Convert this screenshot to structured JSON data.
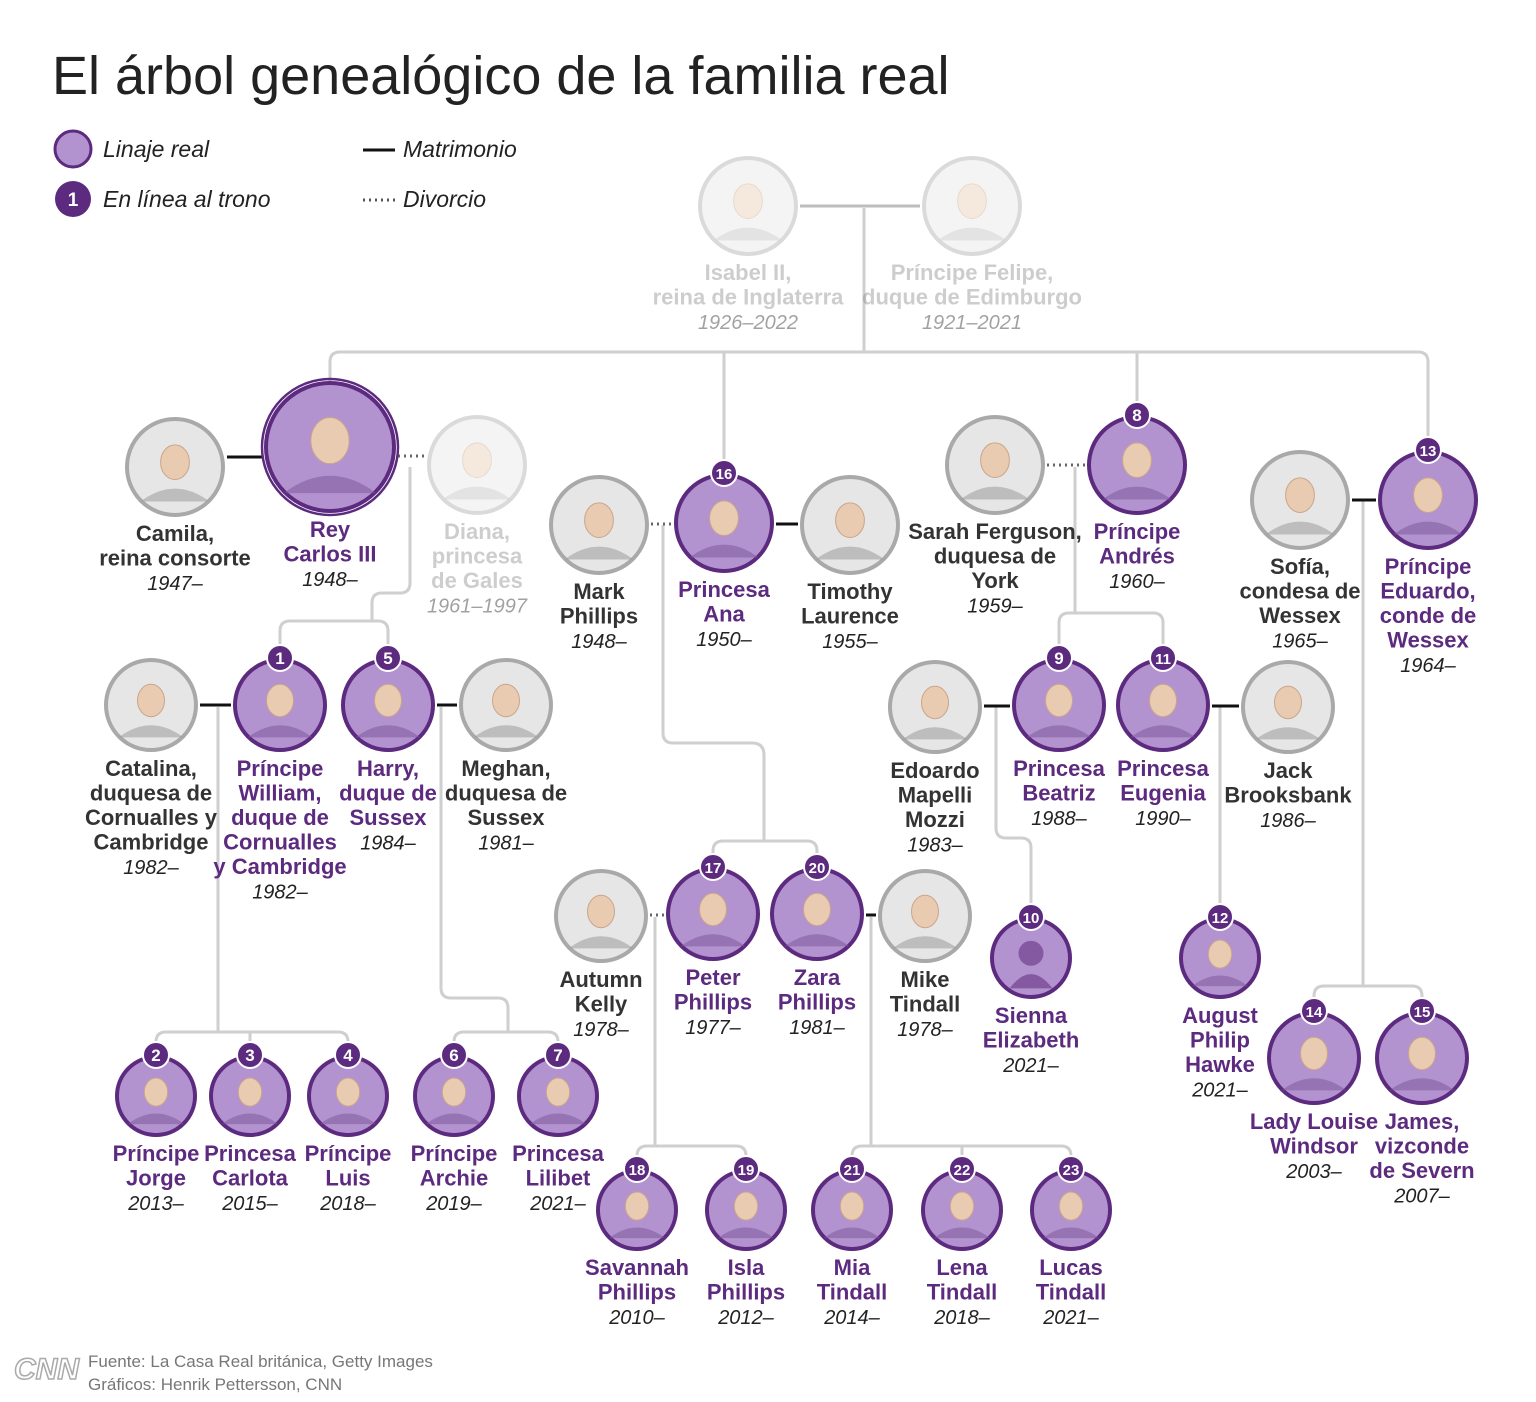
{
  "title": "El árbol genealógico de la familia real",
  "legend": {
    "lineage": "Linaje real",
    "succession_sample": "1",
    "succession": "En línea al trono",
    "marriage": "Matrimonio",
    "divorce": "Divorcio"
  },
  "colors": {
    "royal_purple": "#5c2a7e",
    "royal_fill": "#b393cf",
    "non_royal_ring": "#a9a9a9",
    "line": "#cfcfcf",
    "marriage_line": "#111111",
    "faded_text": "#c4c4c4"
  },
  "people": [
    {
      "id": "isabel",
      "lines": [
        "Isabel II,",
        "reina de Inglaterra"
      ],
      "years": "1926–2022",
      "royal": false,
      "faded": true,
      "rank": null,
      "icon": "portrait-icon"
    },
    {
      "id": "felipe",
      "lines": [
        "Príncipe Felipe,",
        "duque de Edimburgo"
      ],
      "years": "1921–2021",
      "royal": false,
      "faded": true,
      "rank": null,
      "icon": "portrait-icon"
    },
    {
      "id": "camila",
      "lines": [
        "Camila,",
        "reina consorte"
      ],
      "years": "1947–",
      "royal": false,
      "faded": false,
      "rank": null,
      "icon": "portrait-icon"
    },
    {
      "id": "carlos",
      "lines": [
        "Rey",
        "Carlos III"
      ],
      "years": "1948–",
      "royal": true,
      "faded": false,
      "rank": null,
      "icon": "portrait-icon"
    },
    {
      "id": "diana",
      "lines": [
        "Diana,",
        "princesa",
        "de Gales"
      ],
      "years": "1961–1997",
      "royal": false,
      "faded": true,
      "rank": null,
      "icon": "portrait-icon"
    },
    {
      "id": "mark",
      "lines": [
        "Mark",
        "Phillips"
      ],
      "years": "1948–",
      "royal": false,
      "faded": false,
      "rank": null,
      "icon": "portrait-icon"
    },
    {
      "id": "ana",
      "lines": [
        "Princesa",
        "Ana"
      ],
      "years": "1950–",
      "royal": true,
      "faded": false,
      "rank": "16",
      "icon": "portrait-icon"
    },
    {
      "id": "timothy",
      "lines": [
        "Timothy",
        "Laurence"
      ],
      "years": "1955–",
      "royal": false,
      "faded": false,
      "rank": null,
      "icon": "portrait-icon"
    },
    {
      "id": "sarah",
      "lines": [
        "Sarah Ferguson,",
        "duquesa de",
        "York"
      ],
      "years": "1959–",
      "royal": false,
      "faded": false,
      "rank": null,
      "icon": "portrait-icon"
    },
    {
      "id": "andres",
      "lines": [
        "Príncipe",
        "Andrés"
      ],
      "years": "1960–",
      "royal": true,
      "faded": false,
      "rank": "8",
      "icon": "portrait-icon"
    },
    {
      "id": "sofia",
      "lines": [
        "Sofía,",
        "condesa de",
        "Wessex"
      ],
      "years": "1965–",
      "royal": false,
      "faded": false,
      "rank": null,
      "icon": "portrait-icon"
    },
    {
      "id": "eduardo",
      "lines": [
        "Príncipe",
        "Eduardo,",
        "conde de",
        "Wessex"
      ],
      "years": "1964–",
      "royal": true,
      "faded": false,
      "rank": "13",
      "icon": "portrait-icon"
    },
    {
      "id": "catalina",
      "lines": [
        "Catalina,",
        "duquesa de",
        "Cornualles y",
        "Cambridge"
      ],
      "years": "1982–",
      "royal": false,
      "faded": false,
      "rank": null,
      "icon": "portrait-icon"
    },
    {
      "id": "william",
      "lines": [
        "Príncipe",
        "William,",
        "duque de",
        "Cornualles",
        "y Cambridge"
      ],
      "years": "1982–",
      "royal": true,
      "faded": false,
      "rank": "1",
      "icon": "portrait-icon"
    },
    {
      "id": "harry",
      "lines": [
        "Harry,",
        "duque de",
        "Sussex"
      ],
      "years": "1984–",
      "royal": true,
      "faded": false,
      "rank": "5",
      "icon": "portrait-icon"
    },
    {
      "id": "meghan",
      "lines": [
        "Meghan,",
        "duquesa de",
        "Sussex"
      ],
      "years": "1981–",
      "royal": false,
      "faded": false,
      "rank": null,
      "icon": "portrait-icon"
    },
    {
      "id": "edoardo",
      "lines": [
        "Edoardo",
        "Mapelli",
        "Mozzi"
      ],
      "years": "1983–",
      "royal": false,
      "faded": false,
      "rank": null,
      "icon": "portrait-icon"
    },
    {
      "id": "beatriz",
      "lines": [
        "Princesa",
        "Beatriz"
      ],
      "years": "1988–",
      "royal": true,
      "faded": false,
      "rank": "9",
      "icon": "portrait-icon"
    },
    {
      "id": "eugenia",
      "lines": [
        "Princesa",
        "Eugenia"
      ],
      "years": "1990–",
      "royal": true,
      "faded": false,
      "rank": "11",
      "icon": "portrait-icon"
    },
    {
      "id": "jack",
      "lines": [
        "Jack",
        "Brooksbank"
      ],
      "years": "1986–",
      "royal": false,
      "faded": false,
      "rank": null,
      "icon": "portrait-icon"
    },
    {
      "id": "autumn",
      "lines": [
        "Autumn",
        "Kelly"
      ],
      "years": "1978–",
      "royal": false,
      "faded": false,
      "rank": null,
      "icon": "portrait-icon"
    },
    {
      "id": "peter",
      "lines": [
        "Peter",
        "Phillips"
      ],
      "years": "1977–",
      "royal": true,
      "faded": false,
      "rank": "17",
      "icon": "portrait-icon"
    },
    {
      "id": "zara",
      "lines": [
        "Zara",
        "Phillips"
      ],
      "years": "1981–",
      "royal": true,
      "faded": false,
      "rank": "20",
      "icon": "portrait-icon"
    },
    {
      "id": "mike",
      "lines": [
        "Mike",
        "Tindall"
      ],
      "years": "1978–",
      "royal": false,
      "faded": false,
      "rank": null,
      "icon": "portrait-icon"
    },
    {
      "id": "sienna",
      "lines": [
        "Sienna",
        "Elizabeth"
      ],
      "years": "2021–",
      "royal": true,
      "faded": false,
      "rank": "10",
      "icon": "silhouette-icon"
    },
    {
      "id": "august",
      "lines": [
        "August",
        "Philip",
        "Hawke"
      ],
      "years": "2021–",
      "royal": true,
      "faded": false,
      "rank": "12",
      "icon": "portrait-icon"
    },
    {
      "id": "jorge",
      "lines": [
        "Príncipe",
        "Jorge"
      ],
      "years": "2013–",
      "royal": true,
      "faded": false,
      "rank": "2",
      "icon": "portrait-icon"
    },
    {
      "id": "carlota",
      "lines": [
        "Princesa",
        "Carlota"
      ],
      "years": "2015–",
      "royal": true,
      "faded": false,
      "rank": "3",
      "icon": "portrait-icon"
    },
    {
      "id": "luis",
      "lines": [
        "Príncipe",
        "Luis"
      ],
      "years": "2018–",
      "royal": true,
      "faded": false,
      "rank": "4",
      "icon": "portrait-icon"
    },
    {
      "id": "archie",
      "lines": [
        "Príncipe",
        "Archie"
      ],
      "years": "2019–",
      "royal": true,
      "faded": false,
      "rank": "6",
      "icon": "portrait-icon"
    },
    {
      "id": "lilibet",
      "lines": [
        "Princesa",
        "Lilibet"
      ],
      "years": "2021–",
      "royal": true,
      "faded": false,
      "rank": "7",
      "icon": "portrait-icon"
    },
    {
      "id": "louise",
      "lines": [
        "Lady Louise",
        "Windsor"
      ],
      "years": "2003–",
      "royal": true,
      "faded": false,
      "rank": "14",
      "icon": "portrait-icon"
    },
    {
      "id": "james",
      "lines": [
        "James,",
        "vizconde",
        "de Severn"
      ],
      "years": "2007–",
      "royal": true,
      "faded": false,
      "rank": "15",
      "icon": "portrait-icon"
    },
    {
      "id": "savannah",
      "lines": [
        "Savannah",
        "Phillips"
      ],
      "years": "2010–",
      "royal": true,
      "faded": false,
      "rank": "18",
      "icon": "portrait-icon"
    },
    {
      "id": "isla",
      "lines": [
        "Isla",
        "Phillips"
      ],
      "years": "2012–",
      "royal": true,
      "faded": false,
      "rank": "19",
      "icon": "portrait-icon"
    },
    {
      "id": "mia",
      "lines": [
        "Mia",
        "Tindall"
      ],
      "years": "2014–",
      "royal": true,
      "faded": false,
      "rank": "21",
      "icon": "portrait-icon"
    },
    {
      "id": "lena",
      "lines": [
        "Lena",
        "Tindall"
      ],
      "years": "2018–",
      "royal": true,
      "faded": false,
      "rank": "22",
      "icon": "portrait-icon"
    },
    {
      "id": "lucas",
      "lines": [
        "Lucas",
        "Tindall"
      ],
      "years": "2021–",
      "royal": true,
      "faded": false,
      "rank": "23",
      "icon": "portrait-icon"
    }
  ],
  "relationships": [
    {
      "a": "isabel",
      "b": "felipe",
      "type": "marriage",
      "faded": true
    },
    {
      "a": "camila",
      "b": "carlos",
      "type": "marriage"
    },
    {
      "a": "carlos",
      "b": "diana",
      "type": "divorce"
    },
    {
      "a": "mark",
      "b": "ana",
      "type": "divorce"
    },
    {
      "a": "ana",
      "b": "timothy",
      "type": "marriage"
    },
    {
      "a": "sarah",
      "b": "andres",
      "type": "divorce"
    },
    {
      "a": "sofia",
      "b": "eduardo",
      "type": "marriage"
    },
    {
      "a": "catalina",
      "b": "william",
      "type": "marriage"
    },
    {
      "a": "harry",
      "b": "meghan",
      "type": "marriage"
    },
    {
      "a": "edoardo",
      "b": "beatriz",
      "type": "marriage"
    },
    {
      "a": "eugenia",
      "b": "jack",
      "type": "marriage"
    },
    {
      "a": "autumn",
      "b": "peter",
      "type": "divorce"
    },
    {
      "a": "zara",
      "b": "mike",
      "type": "marriage"
    }
  ],
  "footer": {
    "logo": "CNN",
    "source": "Fuente: La Casa Real británica, Getty Images",
    "credits": "Gráficos: Henrik Pettersson, CNN"
  }
}
